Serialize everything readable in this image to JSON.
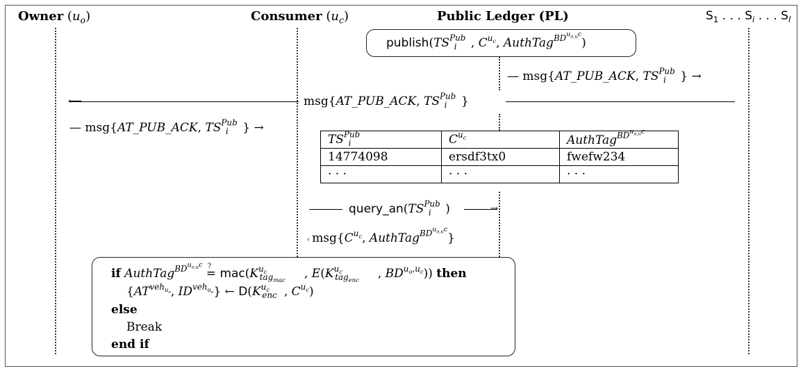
{
  "headers": {
    "owner": {
      "label": "Owner",
      "var": "u",
      "sub": "o"
    },
    "consumer": {
      "label": "Consumer",
      "var": "u",
      "sub": "c"
    },
    "ledger": {
      "label": "Public Ledger (PL)"
    },
    "servers": {
      "s1": "S",
      "s1_sub": "1",
      "dots1": " . . . ",
      "si": "S",
      "si_sub": "i",
      "dots2": " . . . ",
      "sl": "S",
      "sl_sub": "l"
    }
  },
  "publish": {
    "func": "publish",
    "open": "(",
    "ts": "TS",
    "ts_sup": "Pub",
    "ts_sub": "i",
    "comma1": ", ",
    "c": "C",
    "c_sup": "u",
    "c_sup_sub": "c",
    "comma2": ", ",
    "tag": "AuthTag",
    "tag_sup": "BD",
    "tag_sup_sup": "u",
    "tag_sup_sup_sub": "o,u",
    "tag_sup_sup_sub2": "c",
    "close": ")"
  },
  "ack_msg": {
    "dash": "— ",
    "msg": "msg",
    "open": "{",
    "name": "AT_PUB_ACK",
    "comma": ", ",
    "ts": "TS",
    "ts_sup": "Pub",
    "ts_sub": "i",
    "close": "}",
    "arrow": " →"
  },
  "ack_center": {
    "msg": "msg",
    "open": "{",
    "name": "AT_PUB_ACK",
    "comma": ", ",
    "ts": "TS",
    "ts_sup": "Pub",
    "ts_sub": "i",
    "close": "}"
  },
  "ledger_table": {
    "headers": [
      "TS",
      "C",
      "AuthTag"
    ],
    "rows": [
      [
        "14774098",
        "ersdf3tx0",
        "fwefw234"
      ],
      [
        "· · ·",
        "· · ·",
        "· · ·"
      ]
    ]
  },
  "query": {
    "func": "query_an",
    "open": "(",
    "ts": "TS",
    "ts_sup": "Pub",
    "ts_sub": "i",
    "close": ")"
  },
  "reply": {
    "msg": "msg",
    "open": "{",
    "c": "C",
    "comma": ", ",
    "tag": "AuthTag",
    "close": "}"
  },
  "algorithm": {
    "if": "if",
    "then": "then",
    "else": "else",
    "break": "Break",
    "end": "end if",
    "mac": "mac",
    "enc": "E",
    "dec": "D",
    "arrow": " ← ",
    "eq": "=",
    "q": "?"
  }
}
